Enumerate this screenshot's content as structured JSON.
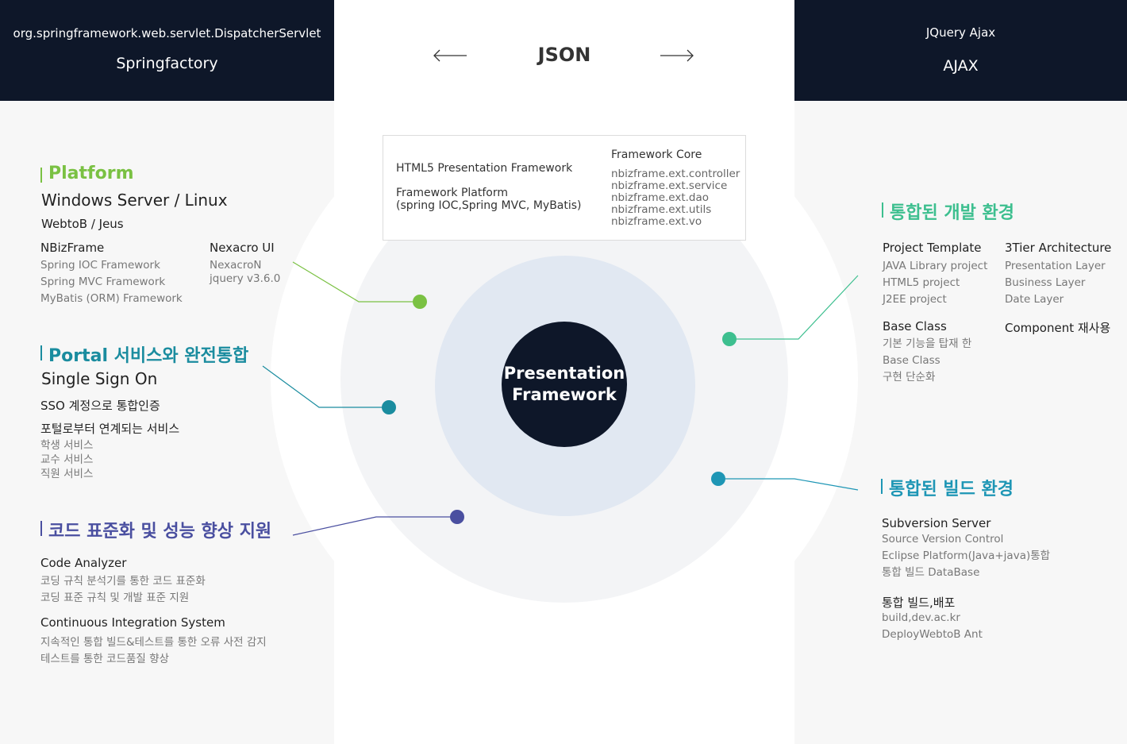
{
  "left_header": {
    "sub": "org.springframework.web.servlet.DispatcherServlet",
    "main": "Springfactory"
  },
  "right_header": {
    "sub": "JQuery Ajax",
    "main": "AJAX"
  },
  "json_label": "JSON",
  "center": {
    "line1": "Presentation",
    "line2": "Framework"
  },
  "core_box": {
    "left1": "HTML5 Presentation Framework",
    "left2": "Framework Platform",
    "left3": "(spring IOC,Spring MVC, MyBatis)",
    "right_title": "Framework Core",
    "right_items": [
      "nbizframe.ext.controller",
      "nbizframe.ext.service",
      "nbizframe.ext.dao",
      "nbizframe.ext.utils",
      "nbizframe.ext.vo"
    ]
  },
  "platform": {
    "title": "Platform",
    "big": "Windows Server / Linux",
    "sub": "WebtoB / Jeus",
    "col1_title": "NBizFrame",
    "col1_items": [
      "Spring IOC Framework",
      "Spring MVC Framework",
      "MyBatis (ORM) Framework"
    ],
    "col2_title": "Nexacro UI",
    "col2_items": [
      "NexacroN",
      "jquery v3.6.0"
    ]
  },
  "portal": {
    "title": "Portal 서비스와 완전통합",
    "big": "Single Sign On",
    "sub1": "SSO 계정으로 통합인증",
    "sub2": "포털로부터 연계되는 서비스",
    "items": [
      "학생 서비스",
      "교수 서비스",
      "직원 서비스"
    ]
  },
  "code": {
    "title": "코드 표준화 및 성능 향상 지원",
    "h1": "Code Analyzer",
    "h1_items": [
      "코딩 규칙 분석기를 통한 코드 표준화",
      "코딩 표준 규칙 및 개발 표준 지원"
    ],
    "h2": "Continuous Integration System",
    "h2_items": [
      "지속적인 통합 빌드&테스트를 통한 오류 사전 감지",
      "테스트를 통한 코드품질 향상"
    ]
  },
  "dev_env": {
    "title": "통합된 개발 환경",
    "col1_title": "Project Template",
    "col1_items": [
      "JAVA Library project",
      "HTML5 project",
      "J2EE project"
    ],
    "col2_title": "3Tier Architecture",
    "col2_items": [
      "Presentation Layer",
      "Business Layer",
      "Date Layer"
    ],
    "col1b_title": "Base Class",
    "col1b_items": [
      "기본 기능을 탑재 한",
      "Base Class",
      "구현 단순화"
    ],
    "col2b_title": "Component 재사용"
  },
  "build_env": {
    "title": "통합된 빌드 환경",
    "h1": "Subversion Server",
    "h1_items": [
      "Source Version Control",
      "Eclipse Platform(Java+java)통합",
      "통합 빌드 DataBase"
    ],
    "h2": "통합 빌드,배포",
    "h2_items": [
      "build,dev.ac.kr",
      "DeployWebtoB Ant"
    ]
  },
  "colors": {
    "navy": "#0e1729",
    "green": "#7ac143",
    "teal_dark": "#1a8c9f",
    "indigo": "#4a4fa0",
    "mint": "#3dbf8f",
    "teal": "#1e96b5"
  }
}
